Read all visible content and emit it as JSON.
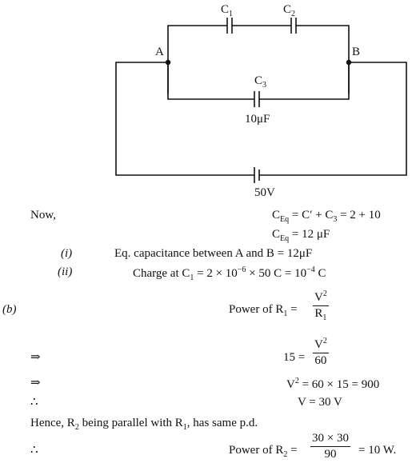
{
  "circuit": {
    "c1_label": "C",
    "c1_sub": "1",
    "c2_label": "C",
    "c2_sub": "2",
    "c3_label": "C",
    "c3_sub": "3",
    "c3_value": "10μF",
    "node_a": "A",
    "node_b": "B",
    "battery_value": "50V"
  },
  "solution": {
    "now_label": "Now,",
    "ceq_line1_lhs": "C",
    "ceq_line1_sub": "Eq",
    "ceq_line1_rhs": "= C′ + C",
    "ceq_line1_rhs_sub": "3",
    "ceq_line1_tail": "= 2 + 10",
    "ceq_line2_lhs": "C",
    "ceq_line2_sub": "Eq",
    "ceq_line2_rhs": "= 12 μF",
    "part_i_marker": "(i)",
    "part_i_text": "Eq. capacitance between A and B = 12μF",
    "part_ii_marker": "(ii)",
    "part_ii_text_a": "Charge at C",
    "part_ii_text_sub": "1",
    "part_ii_text_b": "= 2 × 10",
    "part_ii_exp1": "−6",
    "part_ii_text_c": "× 50 C = 10",
    "part_ii_exp2": "−4",
    "part_ii_text_d": "C"
  },
  "part_b": {
    "marker": "(b)",
    "power_r1_label": "Power of R",
    "power_r1_sub": "1",
    "power_r1_eq": "=",
    "power_r1_num": "V",
    "power_r1_num_sup": "2",
    "power_r1_den": "R",
    "power_r1_den_sub": "1",
    "implies1": "⇒",
    "line2_lhs": "15",
    "line2_eq": "=",
    "line2_num": "V",
    "line2_num_sup": "2",
    "line2_den": "60",
    "implies2": "⇒",
    "line3": "V",
    "line3_sup": "2",
    "line3_rest": "= 60 × 15 = 900",
    "therefore1": "∴",
    "line4": "V = 30 V",
    "hence_a": "Hence, R",
    "hence_sub": "2",
    "hence_b": "being parallel with R",
    "hence_sub2": "1",
    "hence_c": ", has same p.d.",
    "therefore2": "∴",
    "power_r2_label": "Power of R",
    "power_r2_sub": "2",
    "power_r2_eq": "=",
    "power_r2_num": "30 × 30",
    "power_r2_den": "90",
    "power_r2_result": "= 10 W."
  }
}
